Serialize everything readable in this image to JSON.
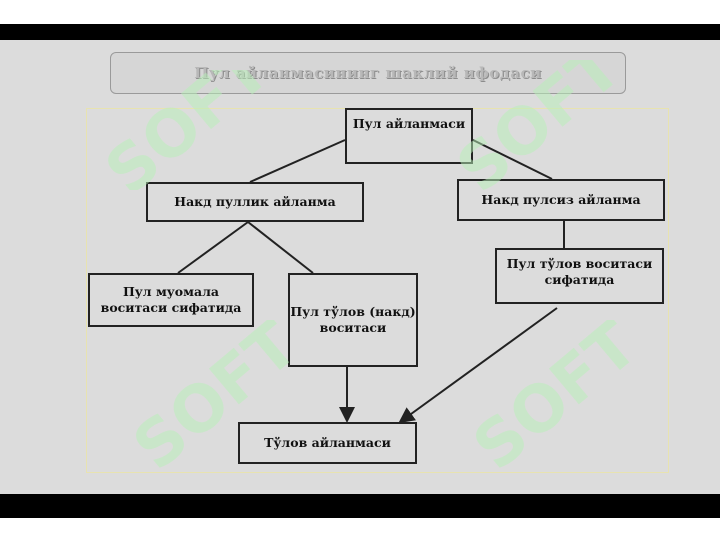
{
  "slide_title": "Пул айланмасининг шаклий ифодаси",
  "nodes": {
    "root": "Пул айланмаси",
    "cash": "Накд пуллик айланма",
    "noncash": "Накд пулсиз айланма",
    "exchange_medium": "Пул муомала\nвоситаси сифатида",
    "payment_cash": "Пул тўлов (накд)\nвоситаси",
    "payment_noncash": "Пул тўлов воситаси\nсифатида",
    "payment_circulation": "Тўлов айланмаси"
  },
  "watermark": {
    "text": "SOFT",
    "color": "#b8f0b8"
  },
  "colors": {
    "slide_bg": "#dcdcdc",
    "bars": "#000000",
    "box_border": "#222222"
  }
}
